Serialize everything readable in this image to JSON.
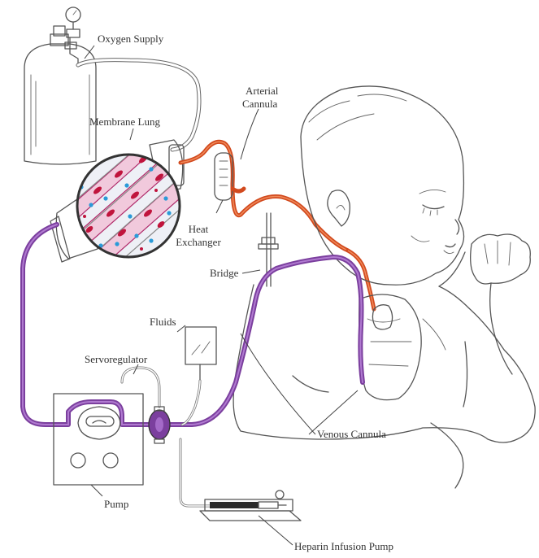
{
  "labels": {
    "oxygen_supply": "Oxygen Supply",
    "membrane_lung": "Membrane Lung",
    "arterial_cannula_1": "Arterial",
    "arterial_cannula_2": "Cannula",
    "heat_exchanger_1": "Heat",
    "heat_exchanger_2": "Exchanger",
    "bridge": "Bridge",
    "fluids": "Fluids",
    "servoregulator": "Servoregulator",
    "venous_cannula": "Venous Cannula",
    "pump": "Pump",
    "heparin_infusion_pump": "Heparin Infusion Pump"
  },
  "colors": {
    "venous_tubing": "#7b3f9e",
    "arterial_tubing": "#d24a1e",
    "red_cell": "#c0143c",
    "oxygen_dot": "#2a9ad8",
    "membrane_fill": "#f1c9dc"
  }
}
